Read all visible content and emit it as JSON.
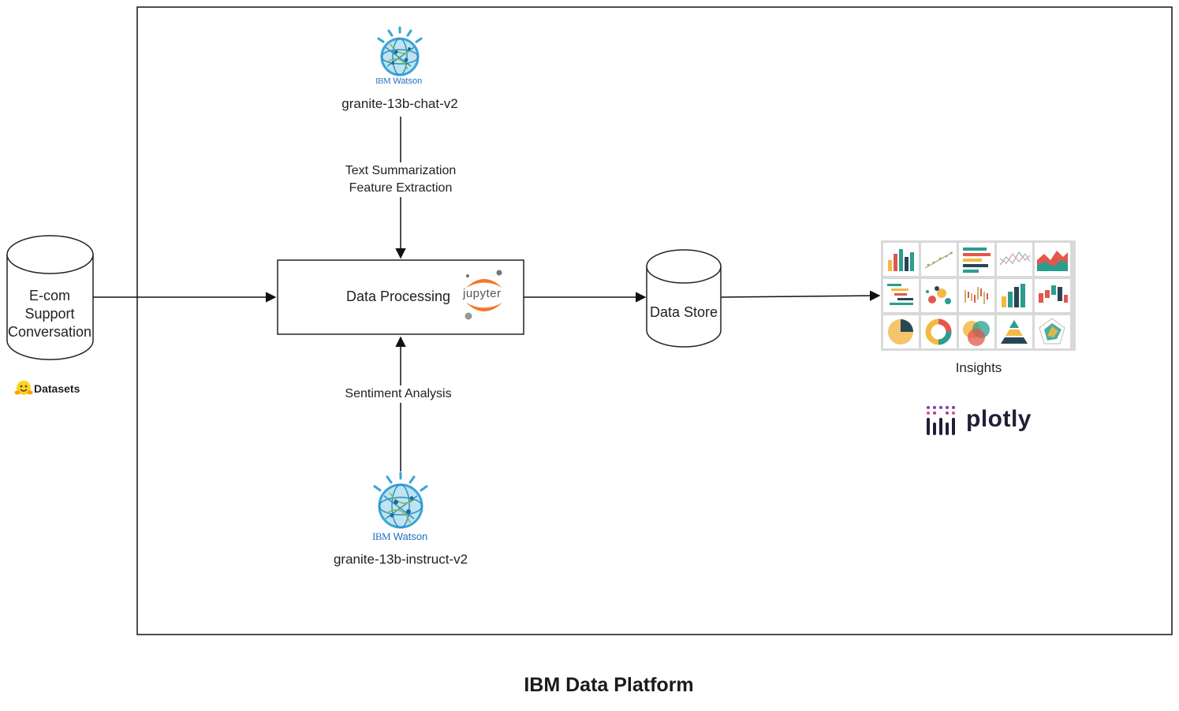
{
  "platform": {
    "title": "IBM Data Platform"
  },
  "source": {
    "label_lines": [
      "E-com",
      "Support",
      "Conversation"
    ],
    "provider": "Datasets"
  },
  "models": {
    "top": {
      "brand": "IBM Watson",
      "name": "granite-13b-chat-v2",
      "task_lines": [
        "Text Summarization",
        "Feature Extraction"
      ]
    },
    "bottom": {
      "brand": "IBM Watson",
      "name": "granite-13b-instruct-v2",
      "task": "Sentiment Analysis"
    }
  },
  "processing": {
    "label": "Data Processing",
    "tool": "jupyter"
  },
  "store": {
    "label": "Data Store"
  },
  "insights": {
    "label": "Insights",
    "tool": "plotly"
  },
  "colors": {
    "watson_blue": "#3aa3d6",
    "watson_dark": "#1f70c1",
    "jupyter_orange": "#f37726",
    "plotly_purple": "#7b3fb5"
  }
}
